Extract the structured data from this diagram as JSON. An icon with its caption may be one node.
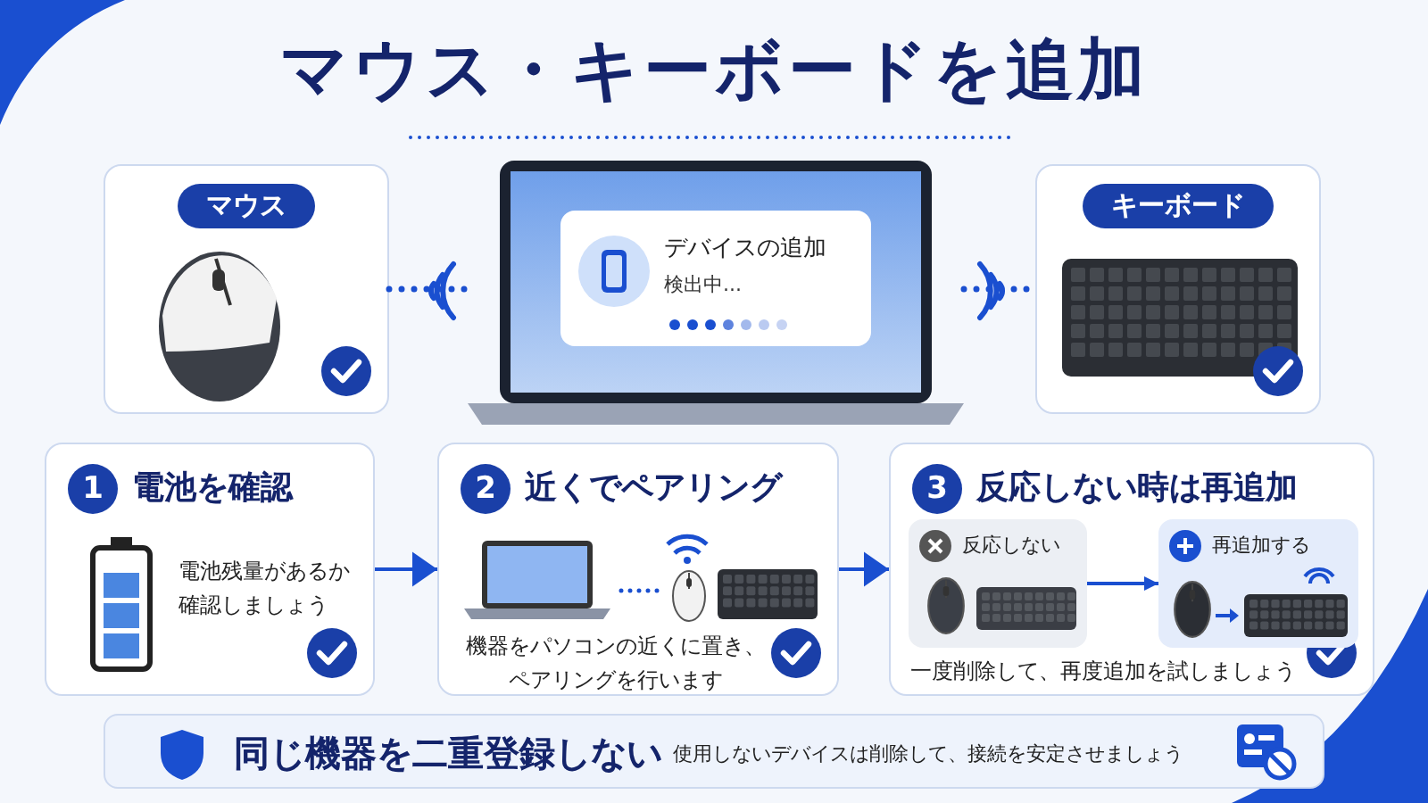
{
  "diagram": {
    "title": "マウス・キーボードを追加",
    "nodes": [
      {
        "text": [
          "マウス"
        ]
      },
      {
        "text": [
          "デバイスの追加",
          "検出中..."
        ]
      },
      {
        "text": [
          "キーボード"
        ]
      },
      {
        "text": [
          "1",
          "電池を確認",
          "電池残量があるか確認しましょう"
        ]
      },
      {
        "text": [
          "2",
          "近くでペアリング",
          "機器をパソコンの近くに置き、ペアリングを行います"
        ]
      },
      {
        "text": [
          "3",
          "反応しない時は再追加",
          "一度削除して、再度追加を試しましょう"
        ]
      },
      {
        "text": [
          "反応しない"
        ],
        "in": 5
      },
      {
        "text": [
          "再追加する"
        ],
        "in": 5
      },
      {
        "text": [
          "同じ機器を二重登録しない",
          "使用しないデバイスは削除して、接続を安定させましょう"
        ]
      }
    ],
    "edges": [
      {
        "from": 0,
        "to": 1,
        "arrow": "none",
        "style": "dashed"
      },
      {
        "from": 1,
        "to": 2,
        "arrow": "none",
        "style": "dashed"
      },
      {
        "from": 3,
        "to": 4,
        "arrow": "to"
      },
      {
        "from": 4,
        "to": 5,
        "arrow": "to"
      },
      {
        "from": 6,
        "to": 7,
        "arrow": "to"
      }
    ]
  }
}
